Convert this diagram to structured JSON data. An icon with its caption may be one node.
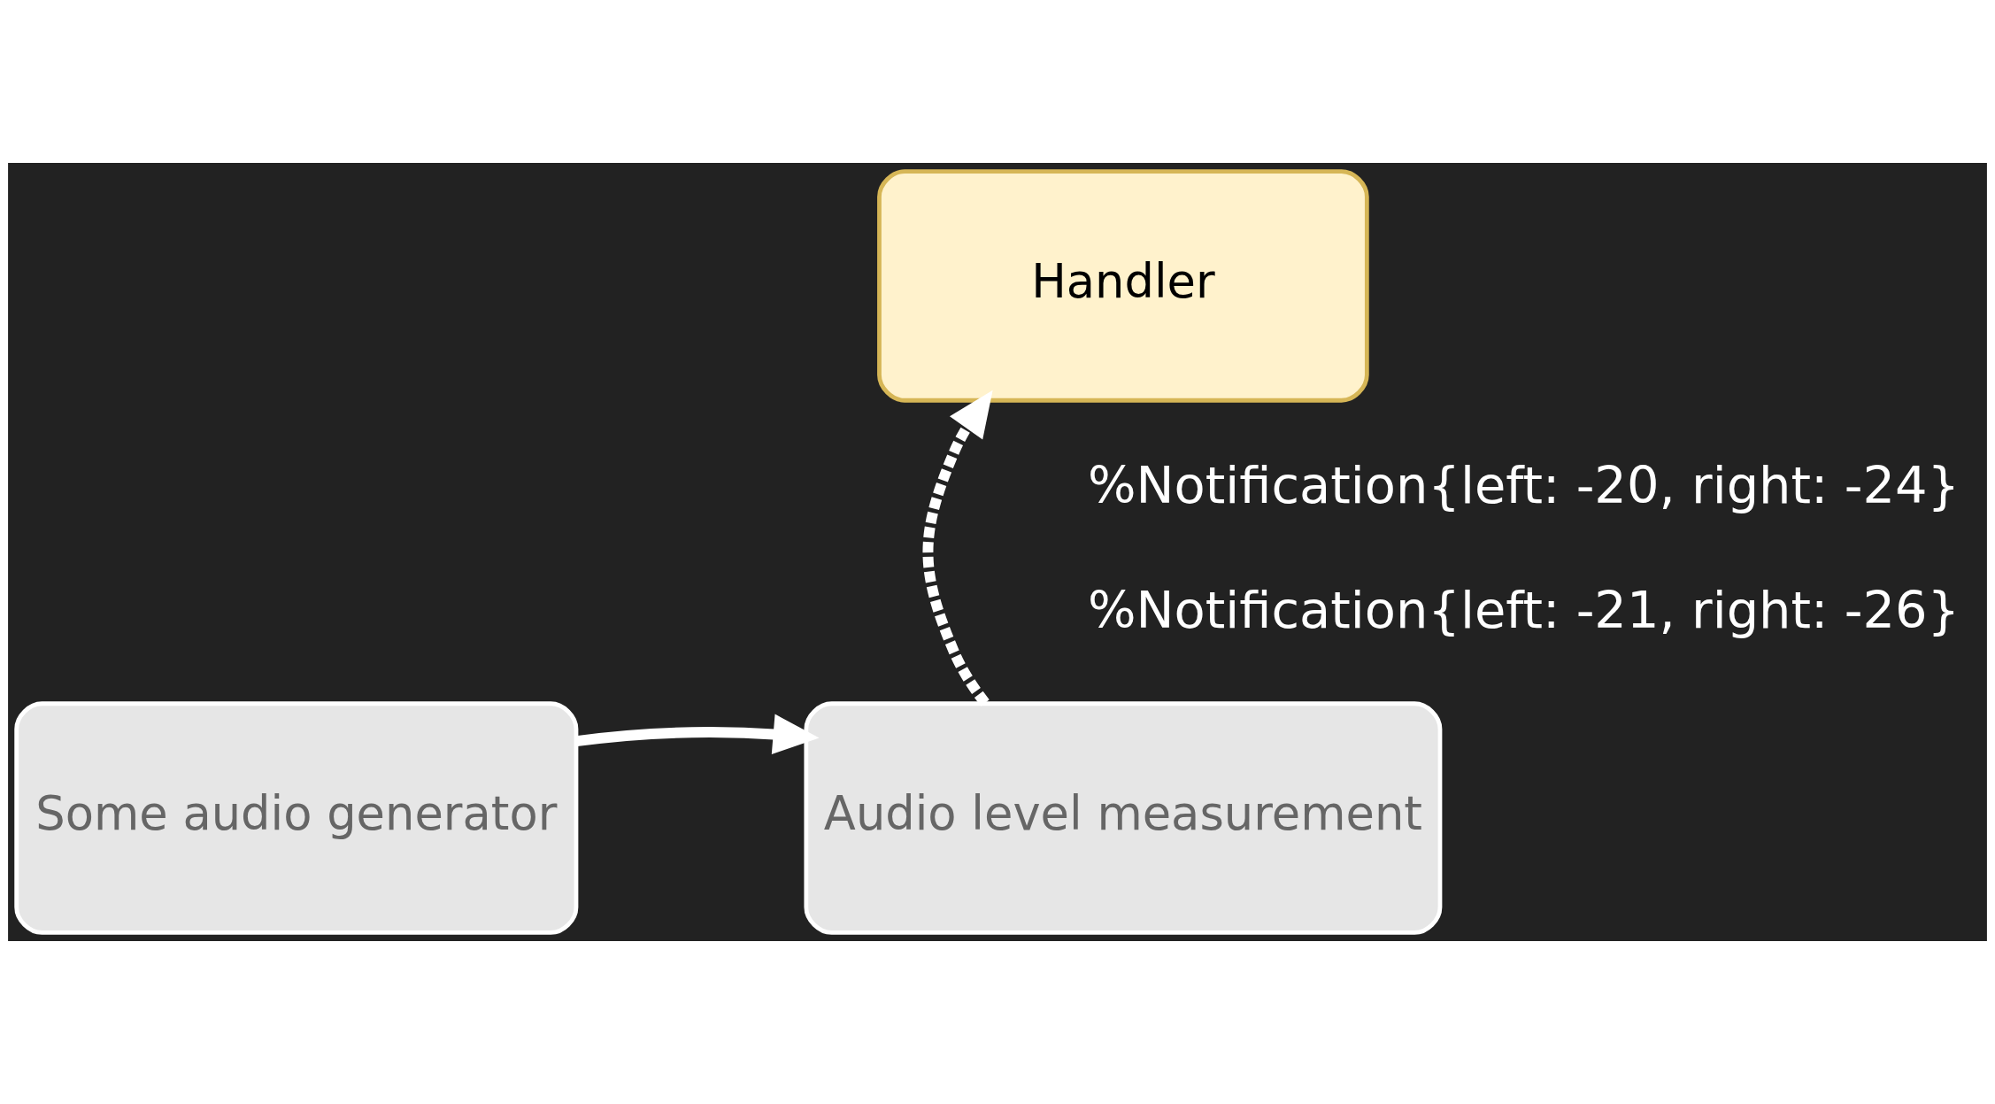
{
  "diagram": {
    "nodes": [
      {
        "text": [
          "Handler"
        ]
      },
      {
        "text": [
          "Some audio generator"
        ]
      },
      {
        "text": [
          "Audio level measurement"
        ]
      }
    ],
    "edges": [
      {
        "from": 1,
        "to": 2,
        "arrow": "to"
      },
      {
        "from": 2,
        "to": 0,
        "arrow": "to",
        "style": "dashed"
      }
    ],
    "labels": [
      "%Notification{left: -20, right: -24}",
      "%Notification{left: -21, right: -26}"
    ]
  }
}
